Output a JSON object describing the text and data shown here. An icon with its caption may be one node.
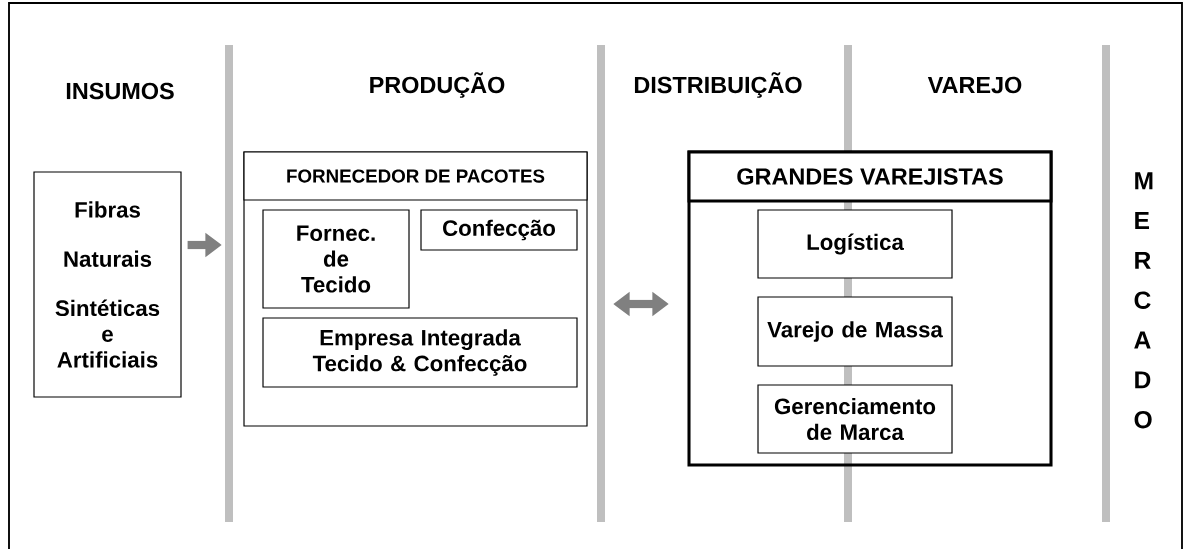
{
  "diagram": {
    "nodes": [
      {
        "text": [
          "Fibras",
          "Naturais",
          "Sintéticas e Artificiais"
        ]
      },
      {
        "text": [
          "FORNECEDOR DE PACOTES"
        ]
      },
      {
        "text": [
          "Fornec. de Tecido"
        ],
        "in": 1
      },
      {
        "text": [
          "Confecção"
        ],
        "in": 1
      },
      {
        "text": [
          "Empresa Integrada Tecido & Confecção"
        ],
        "in": 1
      },
      {
        "text": [
          "GRANDES VAREJISTAS"
        ]
      },
      {
        "text": [
          "Logística"
        ],
        "in": 5
      },
      {
        "text": [
          "Varejo de Massa"
        ],
        "in": 5
      },
      {
        "text": [
          "Gerenciamento de Marca"
        ],
        "in": 5
      }
    ],
    "edges": [
      {
        "from": 0,
        "to": 1,
        "arrow": "to"
      },
      {
        "from": 1,
        "to": 5,
        "arrow": "both"
      }
    ],
    "labels": [
      "INSUMOS",
      "PRODUÇÃO",
      "DISTRIBUIÇÃO",
      "VAREJO",
      "MERCADO"
    ]
  }
}
